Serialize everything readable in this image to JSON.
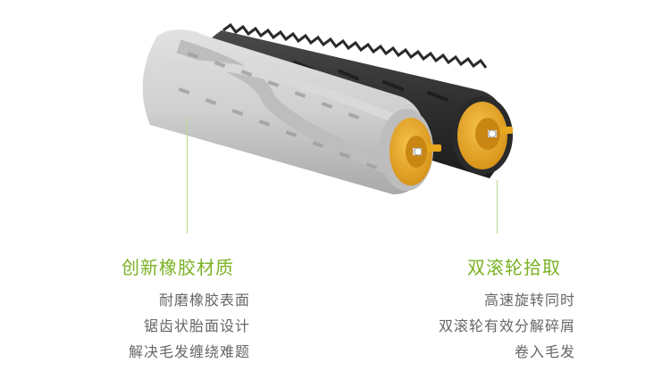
{
  "left_panel": {
    "heading": "创新橡胶材质",
    "features": [
      "耐磨橡胶表面",
      "锯齿状胎面设计",
      "解决毛发缠绕难题"
    ]
  },
  "right_panel": {
    "heading": "双滚轮拾取",
    "features": [
      "高速旋转同时",
      "双滚轮有效分解碎屑",
      "卷入毛发"
    ]
  },
  "colors": {
    "accent_green": "#7bb224",
    "guide_line": "#b9d98a",
    "body_text": "#666666",
    "gray_roller": "#cfcfcf",
    "black_roller": "#2f2f2f",
    "hub_yellow": "#e7a81e"
  }
}
